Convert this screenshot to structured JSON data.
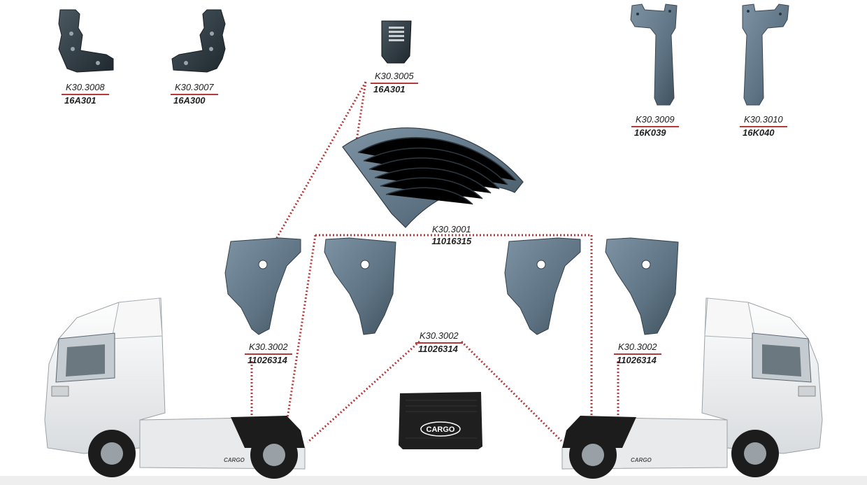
{
  "colors": {
    "part_body": "#5f7382",
    "part_dark": "#2f3a42",
    "dotted_line": "#b63a3a",
    "truck_white": "#f4f4f4",
    "mudflap": "#1f1f1f"
  },
  "parts": [
    {
      "id": "p3008",
      "code": "K30.3008",
      "number": "16A301"
    },
    {
      "id": "p3007",
      "code": "K30.3007",
      "number": "16A300"
    },
    {
      "id": "p3005",
      "code": "K30.3005",
      "number": "16A301"
    },
    {
      "id": "p3009",
      "code": "K30.3009",
      "number": "16K039"
    },
    {
      "id": "p3010",
      "code": "K30.3010",
      "number": "16K040"
    },
    {
      "id": "p3001",
      "code": "K30.3001",
      "number": "11016315"
    },
    {
      "id": "p3002a",
      "code": "K30.3002",
      "number": "11026314"
    },
    {
      "id": "p3002b",
      "code": "K30.3002",
      "number": "11026314"
    },
    {
      "id": "p3002c",
      "code": "K30.3002",
      "number": "11026314"
    }
  ],
  "mudflap_logo": "CARGO",
  "truck_badge": "CARGO"
}
